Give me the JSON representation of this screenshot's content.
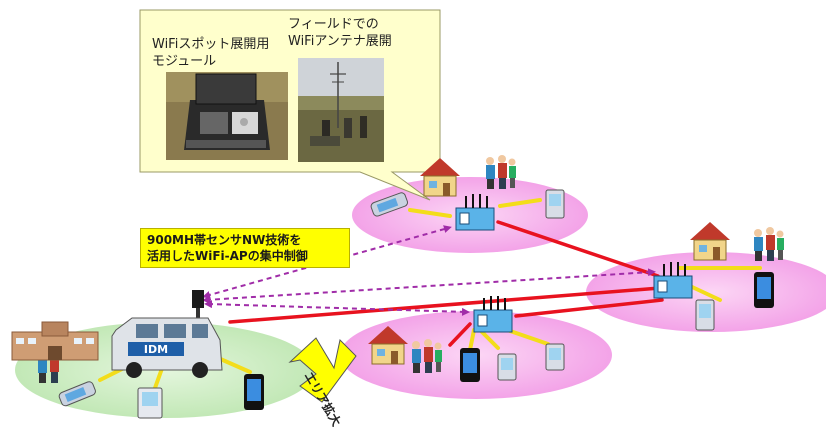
{
  "callout": {
    "label_module": "WiFiスポット展開用\nモジュール",
    "label_field": "フィールドでの\nWiFiアンテナ展開"
  },
  "central_control_label": "900MH帯センサNW技術を\n活用したWiFi-APの集中制御",
  "area_expand_label": "エリア拡大",
  "van_logo": "IDM",
  "colors": {
    "zone_pink": "#f7b6ee",
    "zone_green": "#cdeec4",
    "red_link": "#e8121f",
    "sensor_link": "#a02ca8",
    "callout_bg": "#ffffcc",
    "label_yellow": "#ffff00"
  }
}
